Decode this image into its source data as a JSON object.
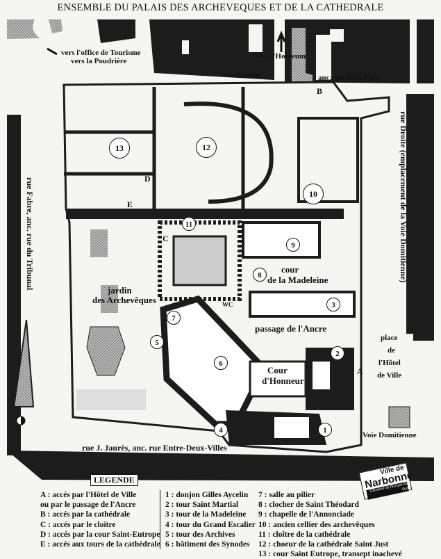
{
  "title": "ENSEMBLE DU PALAIS DES ARCHEVEQUES ET DE LA CATHEDRALE",
  "colors": {
    "building": "#1c1c1c",
    "paper": "#f5f5f3",
    "hatch": "#9a9a9a"
  },
  "streets": {
    "tourism": "vers l'office de Tourisme",
    "poudriere": "vers la Poudrière",
    "horreum": "vers l'Horreum",
    "gautier": "rue Gautier",
    "poste": "anc. rue  de la Poste",
    "droite": "rue Droite (emplacement de la Voie Domitienne)",
    "fabre": "rue Fabre, anc. rue du Tribunal",
    "jaures": "rue J. Jaurès, anc. rue Entre-Deux-Villes"
  },
  "places": {
    "cour_madeleine_1": "cour",
    "cour_madeleine_2": "de la Madeleine",
    "jardin_1": "jardin",
    "jardin_2": "des Archevêques",
    "passage": "passage de l'Ancre",
    "cour_honneur_1": "Cour",
    "cour_honneur_2": "d'Honneur",
    "wc": "WC",
    "place_1": "place",
    "place_2": "de",
    "place_3": "l'Hôtel",
    "place_4": "de Ville",
    "voie": "Voie Domitienne"
  },
  "markers": {
    "numbers": [
      "1",
      "2",
      "3",
      "4",
      "5",
      "6",
      "7",
      "8",
      "9",
      "10",
      "11",
      "12",
      "13"
    ],
    "letters": [
      "A",
      "B",
      "C",
      "D",
      "E"
    ]
  },
  "legend": {
    "heading": "LEGENDE",
    "access": [
      "A : accés par l'Hôtel de Ville",
      "ou par le passage de l'Ancre",
      "B : accés par la cathédrale",
      "C : accés par le cloître",
      "D : accés par la cour Saint-Eutrope",
      "E : accés aux tours de la cathédrale"
    ],
    "col2": [
      "1 : donjon Gilles Aycelin",
      "2 : tour Saint Martial",
      "3 : tour de la Madeleine",
      "4 : tour du Grand Escalier",
      "5 : tour des Archives",
      "6 : bâtiment des Synodes"
    ],
    "col3": [
      "7 : salle au pilier",
      "8 : clocher de Saint Théodard",
      "9 : chapelle de l'Annonciade",
      "10 : ancien cellier des archevêques",
      "11 : cloître de la cathédrale",
      "12 : choeur de la cathédrale Saint Just",
      "13 : cour Saint Eutrope, transept inachevé"
    ]
  },
  "logo": {
    "line1": "Ville de",
    "line2": "Narbonne",
    "line3": "Carrefour de l'Europe du Sud"
  }
}
